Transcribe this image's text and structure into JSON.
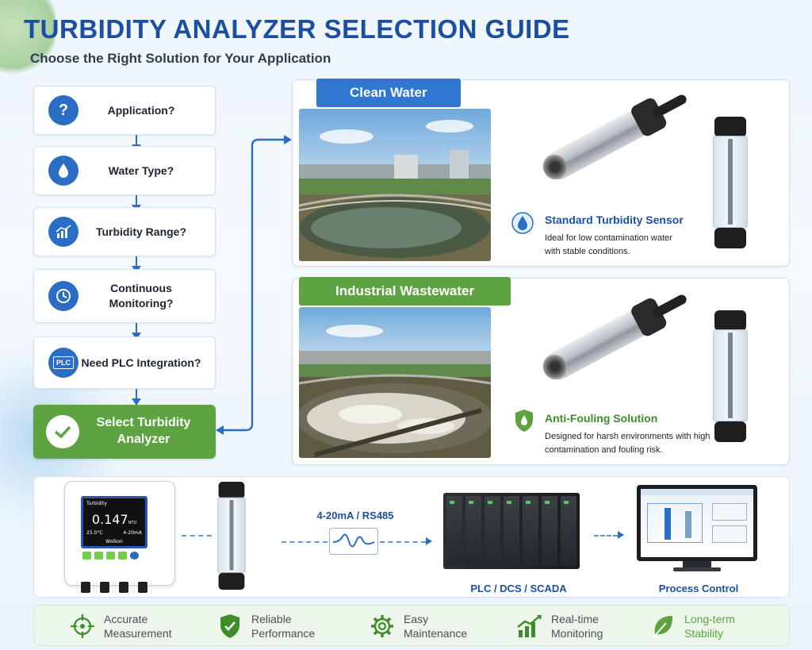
{
  "header": {
    "title": "TURBIDITY ANALYZER SELECTION GUIDE",
    "subtitle": "Choose the Right Solution for Your Application"
  },
  "flow": {
    "steps": [
      {
        "label": "Application?",
        "icon": "question-icon"
      },
      {
        "label": "Water Type?",
        "icon": "water-drop-icon"
      },
      {
        "label": "Turbidity Range?",
        "icon": "chart-icon"
      },
      {
        "label": "Continuous Monitoring?",
        "icon": "clock-icon"
      },
      {
        "label": "Need PLC Integration?",
        "icon": "plc-chip-icon",
        "chip_text": "PLC"
      }
    ],
    "final": {
      "label": "Select Turbidity Analyzer",
      "icon": "check-icon"
    }
  },
  "options": [
    {
      "tag": "Clean Water",
      "tag_color": "#2f77d1",
      "feature_title": "Standard Turbidity Sensor",
      "feature_title_color": "#1c4fa1",
      "feature_desc": "Ideal for low contamination water with stable conditions.",
      "icon": "water-drop-icon"
    },
    {
      "tag": "Industrial Wastewater",
      "tag_color": "#5da341",
      "feature_title": "Anti-Fouling Solution",
      "feature_title_color": "#3f8c2a",
      "feature_desc": "Designed for harsh environments with high contamination and fouling risk.",
      "icon": "shield-icon"
    }
  ],
  "system": {
    "meter": {
      "brand": "Turbidity",
      "reading": "0.147",
      "unit": "NTU",
      "temp": "25.0°C",
      "current": "4-20mA",
      "footer": "Wolkon"
    },
    "signal_label": "4-20mA / RS485",
    "plc_label": "PLC / DCS / SCADA",
    "process_label": "Process Control"
  },
  "benefits": [
    {
      "line1": "Accurate",
      "line2": "Measurement",
      "icon": "target-icon"
    },
    {
      "line1": "Reliable",
      "line2": "Performance",
      "icon": "shield-check-icon"
    },
    {
      "line1": "Easy",
      "line2": "Maintenance",
      "icon": "gear-icon"
    },
    {
      "line1": "Real-time",
      "line2": "Monitoring",
      "icon": "growth-chart-icon"
    },
    {
      "line1": "Long-term",
      "line2": "Stability",
      "icon": "leaf-icon",
      "color": "#5da341"
    }
  ],
  "colors": {
    "primary": "#1c4fa1",
    "accent_blue": "#2a6dc4",
    "accent_green": "#5da341"
  }
}
